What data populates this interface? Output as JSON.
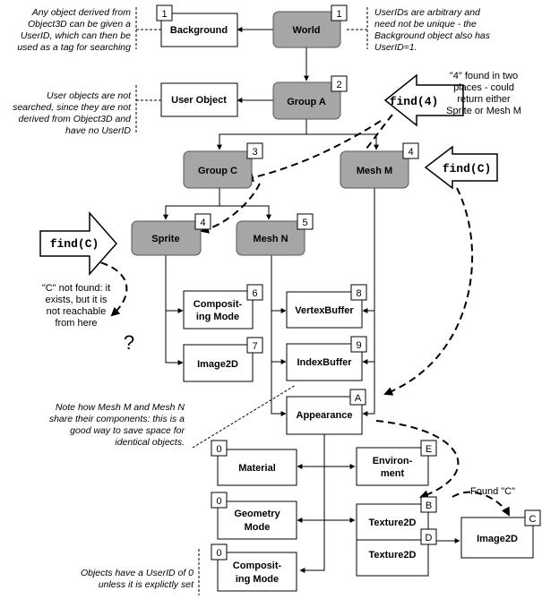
{
  "nodes": {
    "world": {
      "label": "World",
      "id": "1"
    },
    "background": {
      "label": "Background",
      "id": "1"
    },
    "user_object": {
      "label": "User Object"
    },
    "group_a": {
      "label": "Group A",
      "id": "2"
    },
    "group_c": {
      "label": "Group C",
      "id": "3"
    },
    "mesh_m": {
      "label": "Mesh  M",
      "id": "4"
    },
    "sprite": {
      "label": "Sprite",
      "id": "4"
    },
    "mesh_n": {
      "label": "Mesh N",
      "id": "5"
    },
    "compositing_mode_1": {
      "label_lines": [
        "Composit-",
        "ing Mode"
      ],
      "id": "6"
    },
    "image2d_1": {
      "label": "Image2D",
      "id": "7"
    },
    "vertex_buffer": {
      "label": "VertexBuffer",
      "id": "8"
    },
    "index_buffer": {
      "label": "IndexBuffer",
      "id": "9"
    },
    "appearance": {
      "label": "Appearance",
      "id": "A"
    },
    "material": {
      "label": "Material",
      "id": "0"
    },
    "environment": {
      "label_lines": [
        "Environ-",
        "ment"
      ],
      "id": "E"
    },
    "geometry_mode": {
      "label_lines": [
        "Geometry",
        "Mode"
      ],
      "id": "0"
    },
    "texture2d_1": {
      "label": "Texture2D",
      "id": "B"
    },
    "texture2d_2": {
      "label": "Texture2D",
      "id": "D"
    },
    "image2d_2": {
      "label": "Image2D",
      "id": "C"
    },
    "compositing_mode_2": {
      "label_lines": [
        "Composit-",
        "ing Mode"
      ],
      "id": "0"
    }
  },
  "notes": {
    "object3d": [
      "Any object derived from",
      "Object3D can be given a",
      "UserID, which can then be",
      "used as a tag for searching"
    ],
    "userids": [
      "UserIDs are arbitrary and",
      "need not be unique - the",
      "Background object also has",
      "UserID=1."
    ],
    "user_objects": [
      "User objects are not",
      "searched, since they are not",
      "derived from Object3D and",
      "have no UserID"
    ],
    "found_two": [
      "\"4\" found in two",
      "places - could",
      "return either",
      "Sprite or Mesh M"
    ],
    "c_not_found": [
      "\"C\" not found: it",
      "exists, but it is",
      "not reachable",
      "from here"
    ],
    "share": [
      "Note how Mesh M and Mesh N",
      "share their components: this is a",
      "good way to save space for",
      "identical objects."
    ],
    "found_c": "Found \"C\"",
    "userid_zero": [
      "Objects have a UserID of 0",
      "unless it is explictly set"
    ],
    "question_mark": "?"
  },
  "find_calls": {
    "find_4": "find(4)",
    "find_c_right": "find(C)",
    "find_c_left": "find(C)"
  },
  "colors": {
    "grey_node": "#a6a6a6",
    "white_node": "#ffffff"
  }
}
